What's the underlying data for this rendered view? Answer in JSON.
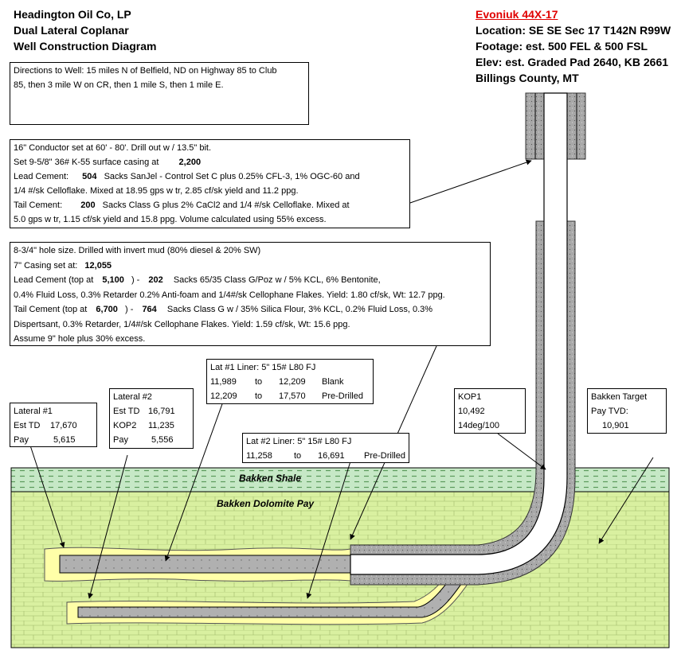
{
  "header_left": {
    "line1": "Headington Oil Co, LP",
    "line2": "Dual Lateral Coplanar",
    "line3": "Well Construction Diagram"
  },
  "header_right": {
    "well_name": "Evoniuk 44X-17",
    "location": "Location: SE SE Sec 17 T142N R99W",
    "footage": "Footage: est. 500 FEL & 500 FSL",
    "elevation": "Elev: est. Graded Pad 2640, KB 2661",
    "county": "Billings County, MT"
  },
  "directions": {
    "line1": "Directions to Well:  15 miles N of Belfield, ND on Highway 85 to Club",
    "line2": "85, then 3 mile W on CR, then 1 mile S, then 1 mile E."
  },
  "surface_casing": {
    "l1": "16\" Conductor set at 60' - 80'.  Drill out w / 13.5\" bit.",
    "l2a": "Set  9-5/8\"  36#  K-55 surface casing at",
    "l2b": "2,200",
    "l3a": "Lead Cement:",
    "l3b": "504",
    "l3c": "Sacks  SanJel - Control Set C plus 0.25% CFL-3, 1% OGC-60 and",
    "l4": "1/4 #/sk Celloflake.  Mixed at 18.95 gps w tr, 2.85 cf/sk yield and 11.2 ppg.",
    "l5a": "Tail Cement:",
    "l5b": "200",
    "l5c": "Sacks Class G plus 2% CaCl2 and 1/4 #/sk Celloflake.  Mixed at",
    "l6": "5.0 gps w tr, 1.15 cf/sk yield and 15.8 ppg. Volume calculated using 55% excess."
  },
  "intermediate_casing": {
    "l1": "8-3/4\" hole size.  Drilled with invert mud (80% diesel & 20% SW)",
    "l2a": "7\" Casing set at:",
    "l2b": "12,055",
    "l3a": "Lead  Cement  (top at",
    "l3b": "5,100",
    "l3c": ") -",
    "l3d": "202",
    "l3e": "Sacks 65/35 Class G/Poz w / 5% KCL, 6% Bentonite,",
    "l4": "0.4% Fluid Loss, 0.3% Retarder 0.2% Anti-foam and 1/4#/sk Cellophane Flakes.  Yield: 1.80 cf/sk, Wt: 12.7 ppg.",
    "l5a": "Tail  Cement  (top at",
    "l5b": "6,700",
    "l5c": ") -",
    "l5d": "764",
    "l5e": "Sacks Class G w / 35% Silica Flour, 3% KCL, 0.2% Fluid Loss, 0.3%",
    "l6": "Dispertsant, 0.3% Retarder, 1/4#/sk Cellophane Flakes. Yield: 1.59 cf/sk, Wt: 15.6 ppg.",
    "l7": "Assume 9\" hole plus 30% excess."
  },
  "lat1_liner": {
    "title": "Lat #1 Liner:  5\" 15# L80 FJ",
    "r1": [
      "11,989",
      "to",
      "12,209",
      "Blank"
    ],
    "r2": [
      "12,209",
      "to",
      "17,570",
      "Pre-Drilled"
    ]
  },
  "lat2_liner": {
    "title": "Lat #2 Liner:  5\" 15# L80 FJ",
    "r1": [
      "11,258",
      "to",
      "16,691",
      "Pre-Drilled"
    ]
  },
  "lateral1": {
    "title": "Lateral #1",
    "r1": [
      "Est TD",
      "17,670"
    ],
    "r2": [
      "Pay",
      "5,615"
    ]
  },
  "lateral2": {
    "title": "Lateral #2",
    "r1": [
      "Est TD",
      "16,791"
    ],
    "r2": [
      "KOP2",
      "11,235"
    ],
    "r3": [
      "Pay",
      "5,556"
    ]
  },
  "kop1": {
    "title": "KOP1",
    "depth": "10,492",
    "rate": "14deg/100"
  },
  "bakken_target": {
    "title": "Bakken Target",
    "label": "Pay TVD:",
    "value": "10,901"
  },
  "formations": {
    "shale": "Bakken Shale",
    "dolomite": "Bakken Dolomite Pay"
  },
  "colors": {
    "shale_green": "#c6e8c6",
    "dolomite_green": "#d9f0a0",
    "cement_gray": "#a8a8a8",
    "lateral_yellow": "#ffffa8",
    "well_name_red": "#e00000"
  }
}
